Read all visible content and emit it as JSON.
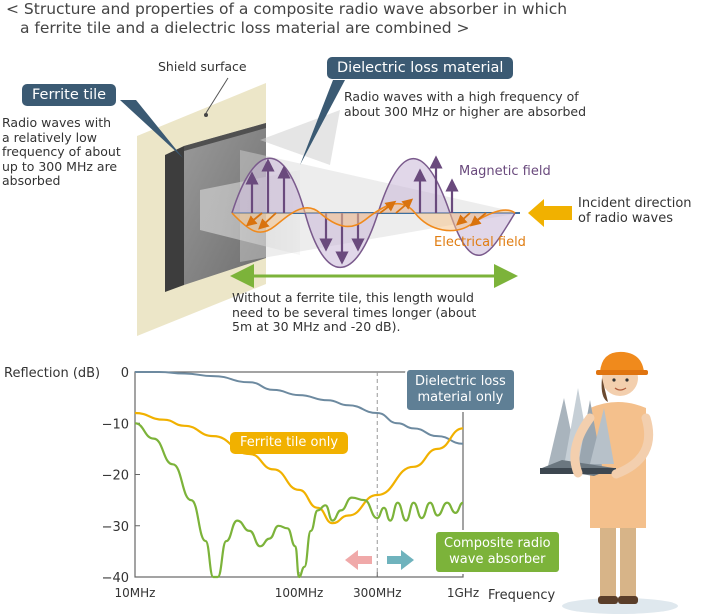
{
  "title_line1": "< Structure and properties of a composite radio wave absorber in which",
  "title_line2": "a ferrite tile and a dielectric loss material are combined >",
  "shield_surface": "Shield surface",
  "ferrite_tile_tag": "Ferrite tile",
  "ferrite_desc": [
    "Radio waves with",
    "a relatively low",
    "frequency of about",
    "up to 300 MHz are",
    "absorbed"
  ],
  "dielectric_tag": "Dielectric loss material",
  "dielectric_desc": [
    "Radio waves with a high frequency of",
    "about 300 MHz or higher are absorbed"
  ],
  "magnetic_field": "Magnetic field",
  "electrical_field": "Electrical field",
  "incident_direction": [
    "Incident direction",
    "of radio waves"
  ],
  "length_note": [
    "Without a ferrite tile, this length would",
    "need to be several times longer (about",
    "5m at 30 MHz and -20 dB)."
  ],
  "colors": {
    "title_text": "#444444",
    "navy": "#3b5a73",
    "gold": "#f1b100",
    "slate_curve": "#6d8aa0",
    "green": "#7cb33a",
    "orange": "#f08a1c",
    "purple": "#7a5a8c"
  },
  "chart_data": {
    "type": "line",
    "ylabel": "Reflection (dB)",
    "xlabel": "Frequency",
    "x_scale": "log",
    "x_ticks": [
      "10MHz",
      "100MHz",
      "300MHz",
      "1GHz"
    ],
    "x_tick_values_mhz": [
      10,
      100,
      300,
      1000
    ],
    "y_ticks": [
      "0",
      "−10",
      "−20",
      "−30",
      "−40"
    ],
    "y_tick_values": [
      0,
      -10,
      -20,
      -30,
      -40
    ],
    "ylim": [
      -40,
      0
    ],
    "xlim_mhz": [
      10,
      1000
    ],
    "marker_line_mhz": 300,
    "series": [
      {
        "name": "Dielectric loss material only",
        "color": "#6d8aa0",
        "x": [
          10,
          14,
          20,
          30,
          50,
          70,
          100,
          150,
          200,
          300,
          400,
          500,
          700,
          1000
        ],
        "y": [
          0,
          0,
          -0.3,
          -0.8,
          -2,
          -3.5,
          -4.5,
          -5.5,
          -6.5,
          -8,
          -10,
          -11,
          -12.5,
          -14
        ]
      },
      {
        "name": "Ferrite tile only",
        "color": "#f1b100",
        "x": [
          10,
          15,
          20,
          30,
          50,
          70,
          100,
          130,
          160,
          200,
          300,
          500,
          700,
          1000
        ],
        "y": [
          -8,
          -9.3,
          -10.5,
          -12.5,
          -16,
          -19,
          -23,
          -26.5,
          -29.5,
          -28,
          -24,
          -18.5,
          -15,
          -11
        ]
      },
      {
        "name": "Composite radio wave absorber",
        "color": "#7cb33a",
        "x": [
          10,
          13,
          17,
          22,
          27,
          30,
          32,
          36,
          42,
          50,
          58,
          66,
          75,
          85,
          95,
          100,
          108,
          118,
          130,
          145,
          160,
          180,
          210,
          250,
          300,
          330,
          360,
          400,
          450,
          500,
          560,
          630,
          700,
          800,
          900,
          1000
        ],
        "y": [
          -10,
          -13,
          -18,
          -25,
          -33,
          -40,
          -40,
          -33,
          -29,
          -31,
          -34,
          -32.5,
          -30,
          -30.5,
          -34,
          -40,
          -38,
          -31,
          -27,
          -26,
          -29,
          -27,
          -24.5,
          -25,
          -28.5,
          -26.5,
          -29,
          -25.5,
          -29,
          -25.5,
          -28.5,
          -25.5,
          -28,
          -25.5,
          -27.5,
          -25.5
        ]
      }
    ],
    "labels": {
      "dielectric_only": [
        "Dielectric loss",
        "material only"
      ],
      "ferrite_only": "Ferrite tile only",
      "composite": [
        "Composite radio",
        "wave absorber"
      ]
    }
  }
}
